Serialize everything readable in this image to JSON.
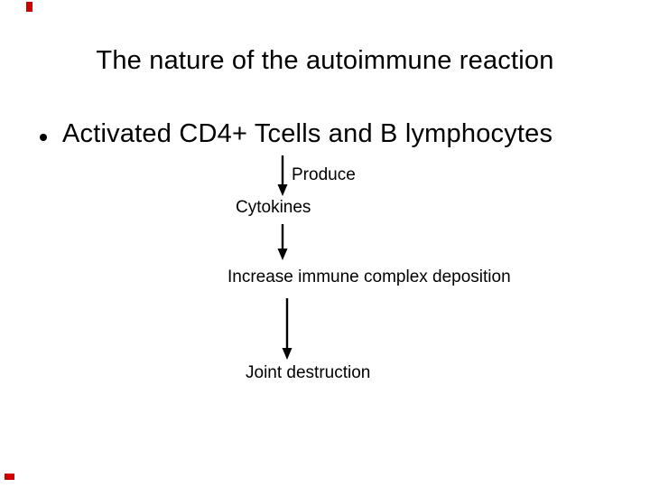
{
  "slide": {
    "title": "The nature of the autoimmune reaction",
    "bullet": {
      "marker": "dot",
      "text": "Activated CD4+ Tcells and B lymphocytes"
    },
    "flow": {
      "steps": [
        {
          "label": "Produce"
        },
        {
          "label": "Cytokines"
        },
        {
          "label": "Increase immune complex deposition"
        },
        {
          "label": "Joint destruction"
        }
      ]
    },
    "colors": {
      "background": "#ffffff",
      "text": "#000000",
      "arrow": "#000000",
      "accent_red": "#cc0000"
    }
  }
}
